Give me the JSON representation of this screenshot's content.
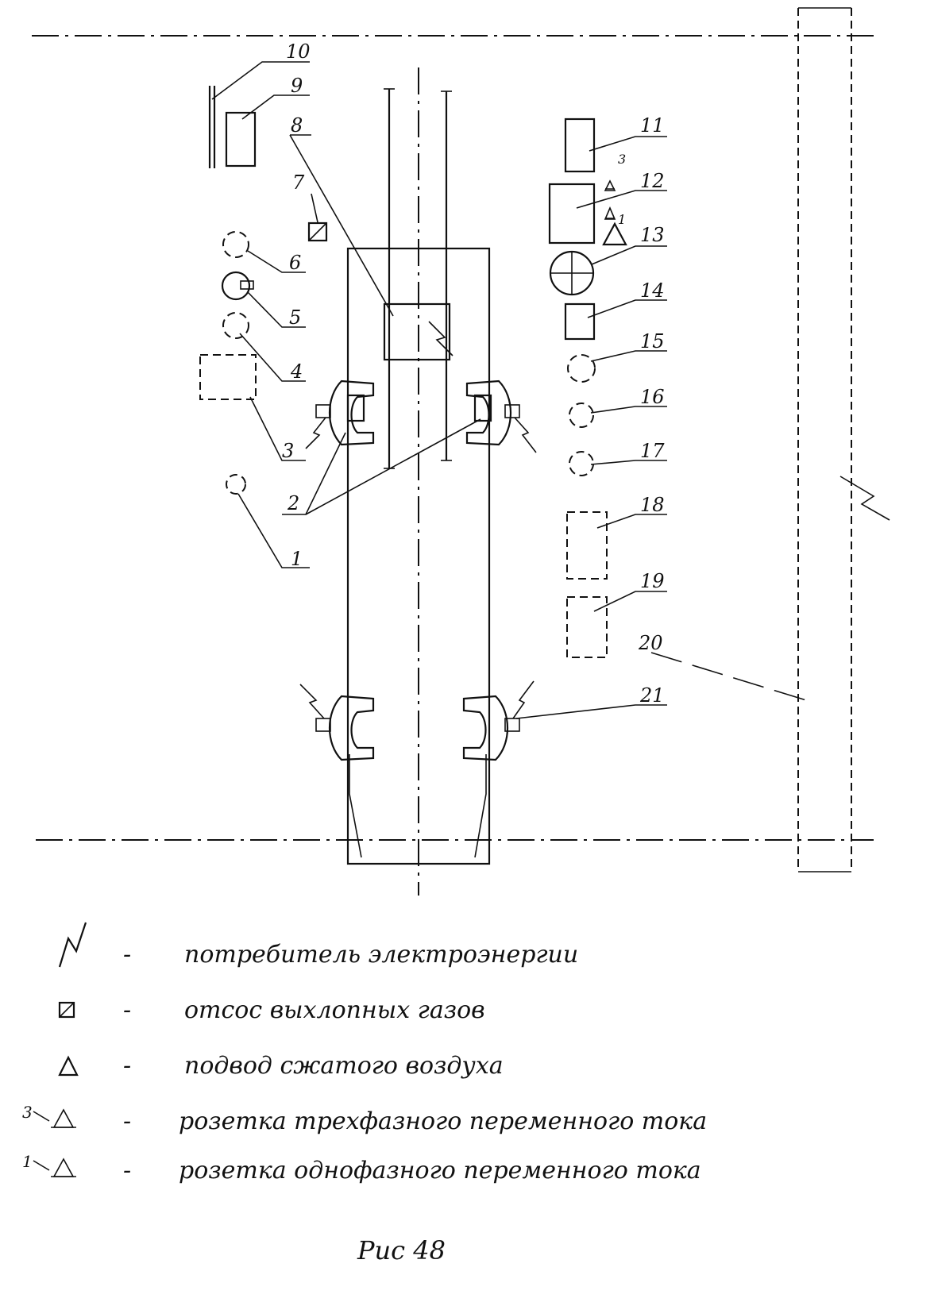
{
  "callouts": [
    "1",
    "2",
    "3",
    "4",
    "5",
    "6",
    "7",
    "8",
    "9",
    "10",
    "11",
    "12",
    "13",
    "14",
    "15",
    "16",
    "17",
    "18",
    "19",
    "20",
    "21"
  ],
  "socket_marks": {
    "three_phase": "3",
    "single_phase": "1"
  },
  "legend": [
    {
      "icon": "lightning-icon",
      "dash": "-",
      "text": "потребитель электроэнергии"
    },
    {
      "icon": "exhaust-square-icon",
      "dash": "-",
      "text": "отсос выхлопных газов"
    },
    {
      "icon": "triangle-icon",
      "dash": "-",
      "text": "подвод сжатого воздуха"
    },
    {
      "icon": "socket-icon",
      "mark": "3",
      "dash": "-",
      "text": "розетка трехфазного переменного тока"
    },
    {
      "icon": "socket-icon",
      "mark": "1",
      "dash": "-",
      "text": "розетка однофазного переменного тока"
    }
  ],
  "caption": "Рис 48",
  "colors": {
    "ink": "#111111",
    "paper": "#ffffff"
  }
}
